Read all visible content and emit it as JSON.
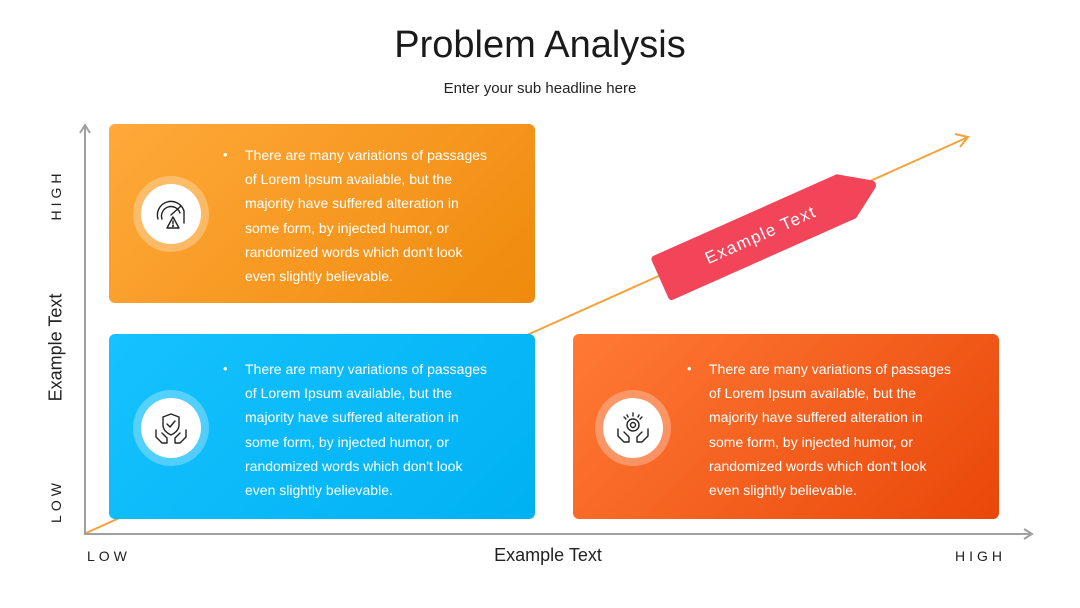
{
  "header": {
    "title": "Problem Analysis",
    "subtitle": "Enter your sub headline here"
  },
  "axes": {
    "x_title": "Example Text",
    "y_title": "Example Text",
    "x_low": "LOW",
    "x_high": "HIGH",
    "y_low": "LOW",
    "y_high": "HIGH"
  },
  "arrow_tag": {
    "label": "Example Text"
  },
  "cards": {
    "top_left": {
      "icon": "speedometer-warning-icon",
      "text": "There are many variations of passages of Lorem Ipsum available, but the majority have suffered alteration in some form, by injected humor, or randomized words which don't look even slightly believable."
    },
    "bottom_left": {
      "icon": "shield-hands-icon",
      "text": "There are many variations of passages of Lorem Ipsum available, but the majority have suffered alteration in some form, by injected humor, or randomized words which don't look even slightly believable."
    },
    "bottom_right": {
      "icon": "idea-hands-icon",
      "text": "There are many variations of passages of Lorem Ipsum available, but the majority have suffered alteration in some form, by injected humor, or randomized words which don't look even slightly believable."
    }
  },
  "colors": {
    "orange": "#F3961F",
    "blue": "#08BAF8",
    "red_orange": "#F2621C",
    "tag": "#F2455A",
    "trend_line": "#F3A33A",
    "axis": "#A0A0A0"
  }
}
